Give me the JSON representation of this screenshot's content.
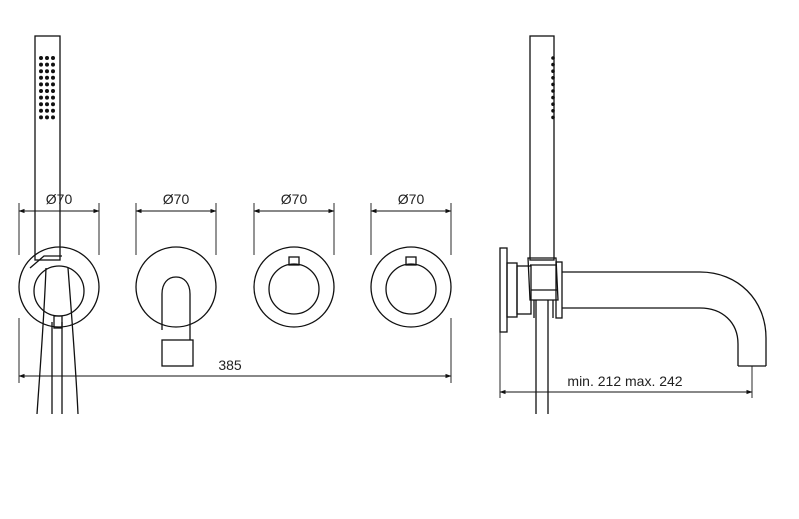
{
  "front_view": {
    "diameter_labels": [
      "Ø70",
      "Ø70",
      "Ø70",
      "Ø70"
    ],
    "overall_width_label": "385"
  },
  "side_view": {
    "projection_label": "min. 212 max. 242"
  },
  "colors": {
    "line": "#111111",
    "background": "#ffffff"
  }
}
